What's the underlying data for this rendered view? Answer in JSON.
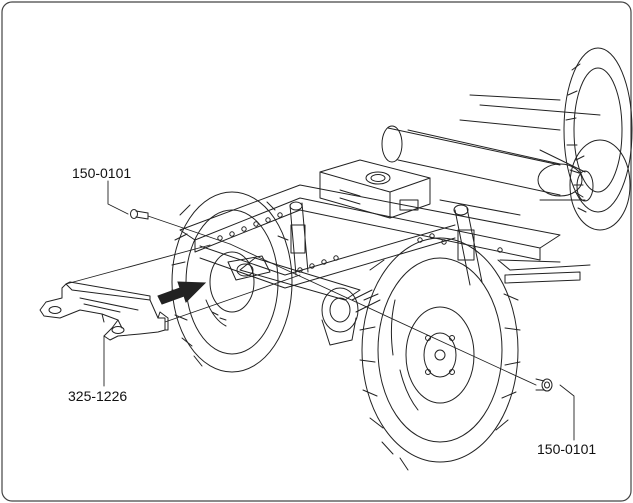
{
  "callouts": {
    "screw_top": "150-0101",
    "mount_part": "325-1226",
    "screw_bottom": "150-0101"
  },
  "colors": {
    "line": "#222222",
    "frame_border": "#444444",
    "arrow": "#222222",
    "background": "#ffffff"
  }
}
